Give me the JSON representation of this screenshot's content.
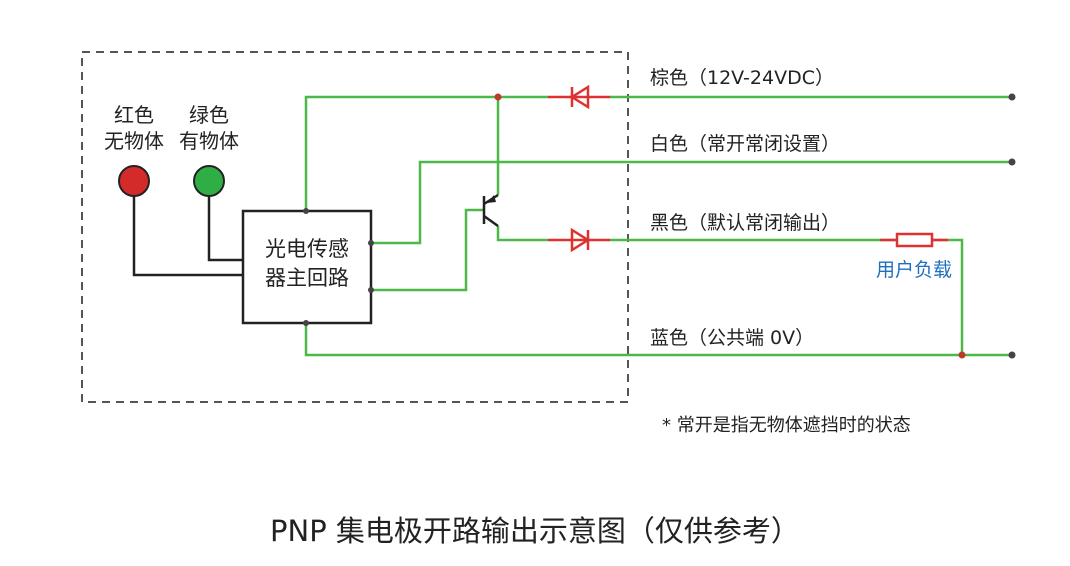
{
  "indicators": {
    "red": {
      "line1": "红色",
      "line2": "无物体",
      "color": "#d42a2a"
    },
    "green": {
      "line1": "绿色",
      "line2": "有物体",
      "color": "#2fae45"
    }
  },
  "main_circuit": {
    "line1": "光电传感",
    "line2": "器主回路"
  },
  "wires": {
    "brown": "棕色（12V-24VDC）",
    "white": "白色（常开常闭设置）",
    "black": "黑色（默认常闭输出）",
    "blue": "蓝色（公共端 0V）"
  },
  "load_label": "用户负载",
  "footnote": "* 常开是指无物体遮挡时的状态",
  "title": "PNP 集电极开路输出示意图（仅供参考）",
  "colors": {
    "wire": "#4cb848",
    "component": "#e03030",
    "node": "#c0392b",
    "terminal": "#444444",
    "load_text": "#1f6fbf"
  }
}
